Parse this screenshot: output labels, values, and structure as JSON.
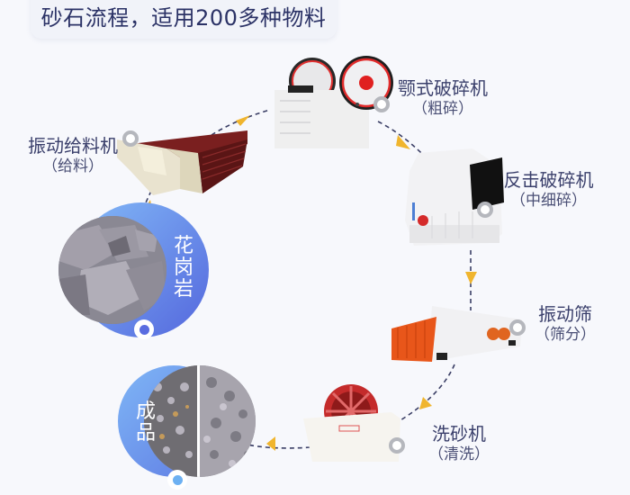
{
  "header": {
    "title": "砂石流程，适用200多种物料"
  },
  "colors": {
    "background": "#f7f8fc",
    "title_text": "#2b3266",
    "label_text": "#3a3f6b",
    "arrow": "#f0b52e",
    "dash_line": "#3b3f66",
    "blue_gradient_start": "#7fb3f5",
    "blue_gradient_end": "#5a6fe0"
  },
  "flow": {
    "raw_material": {
      "label": "花岗岩",
      "icon": "granite-rocks-image"
    },
    "steps": [
      {
        "name": "振动给料机",
        "sub": "（给料）",
        "icon": "vibrating-feeder-image"
      },
      {
        "name": "颚式破碎机",
        "sub": "（粗碎）",
        "icon": "jaw-crusher-image"
      },
      {
        "name": "反击破碎机",
        "sub": "（中细碎）",
        "icon": "impact-crusher-image"
      },
      {
        "name": "振动筛",
        "sub": "（筛分）",
        "icon": "vibrating-screen-image"
      },
      {
        "name": "洗砂机",
        "sub": "（清洗）",
        "icon": "sand-washer-image"
      }
    ],
    "product": {
      "label": "成品",
      "icon": "finished-aggregate-image"
    }
  }
}
